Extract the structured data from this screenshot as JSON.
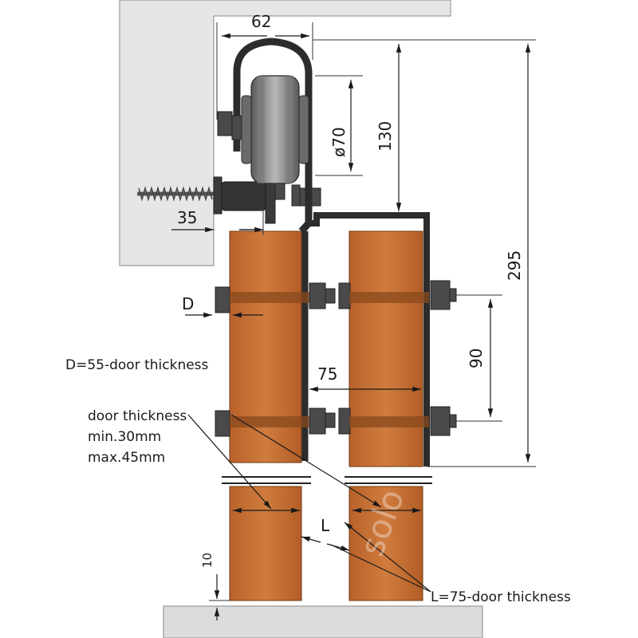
{
  "dimensions": {
    "top_width": "62",
    "wheel_diameter": "ø70",
    "height_130": "130",
    "height_295": "295",
    "offset_35": "35",
    "d_label": "D",
    "bolt_spacing": "90",
    "flange_width": "75",
    "gap_label": "L",
    "floor_gap": "10"
  },
  "notes": {
    "d_formula": "D=55-door thickness",
    "door_thickness_title": "door thickness",
    "door_thickness_min": "min.30mm",
    "door_thickness_max": "max.45mm",
    "l_formula": "L=75-door thickness"
  },
  "watermark": "solo",
  "colors": {
    "wall": "#e6e6e6",
    "wood": "#c9743a",
    "steel": "#3a3a3a",
    "floor": "#dcdcdc"
  }
}
